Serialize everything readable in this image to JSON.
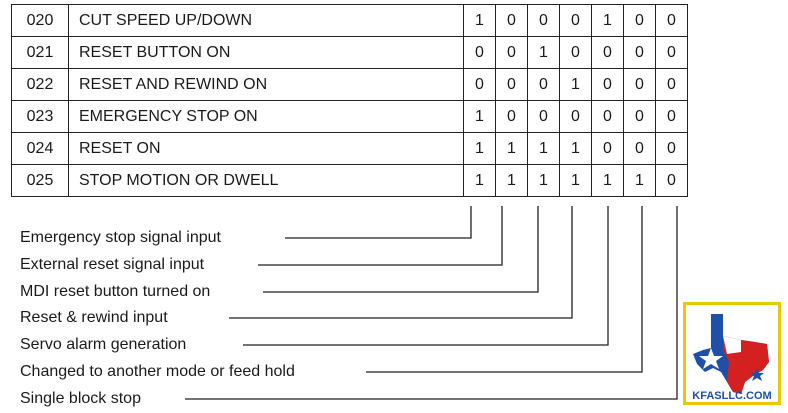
{
  "rows": [
    {
      "code": "020",
      "desc": "CUT SPEED UP/DOWN",
      "bits": [
        "1",
        "0",
        "0",
        "0",
        "1",
        "0",
        "0"
      ]
    },
    {
      "code": "021",
      "desc": "RESET BUTTON ON",
      "bits": [
        "0",
        "0",
        "1",
        "0",
        "0",
        "0",
        "0"
      ]
    },
    {
      "code": "022",
      "desc": "RESET AND REWIND ON",
      "bits": [
        "0",
        "0",
        "0",
        "1",
        "0",
        "0",
        "0"
      ]
    },
    {
      "code": "023",
      "desc": "EMERGENCY STOP ON",
      "bits": [
        "1",
        "0",
        "0",
        "0",
        "0",
        "0",
        "0"
      ]
    },
    {
      "code": "024",
      "desc": "RESET ON",
      "bits": [
        "1",
        "1",
        "1",
        "1",
        "0",
        "0",
        "0"
      ]
    },
    {
      "code": "025",
      "desc": "STOP MOTION OR DWELL",
      "bits": [
        "1",
        "1",
        "1",
        "1",
        "1",
        "1",
        "0"
      ]
    }
  ],
  "legend": [
    "Emergency stop signal input",
    "External reset signal input",
    "MDI reset button turned on",
    "Reset & rewind input",
    "Servo alarm generation",
    "Changed to another mode or feed hold",
    "Single block stop"
  ],
  "logo": {
    "text": "KFASLLC.COM",
    "border_color": "#e8c800",
    "red": "#d42020",
    "blue": "#1f4fa8"
  }
}
